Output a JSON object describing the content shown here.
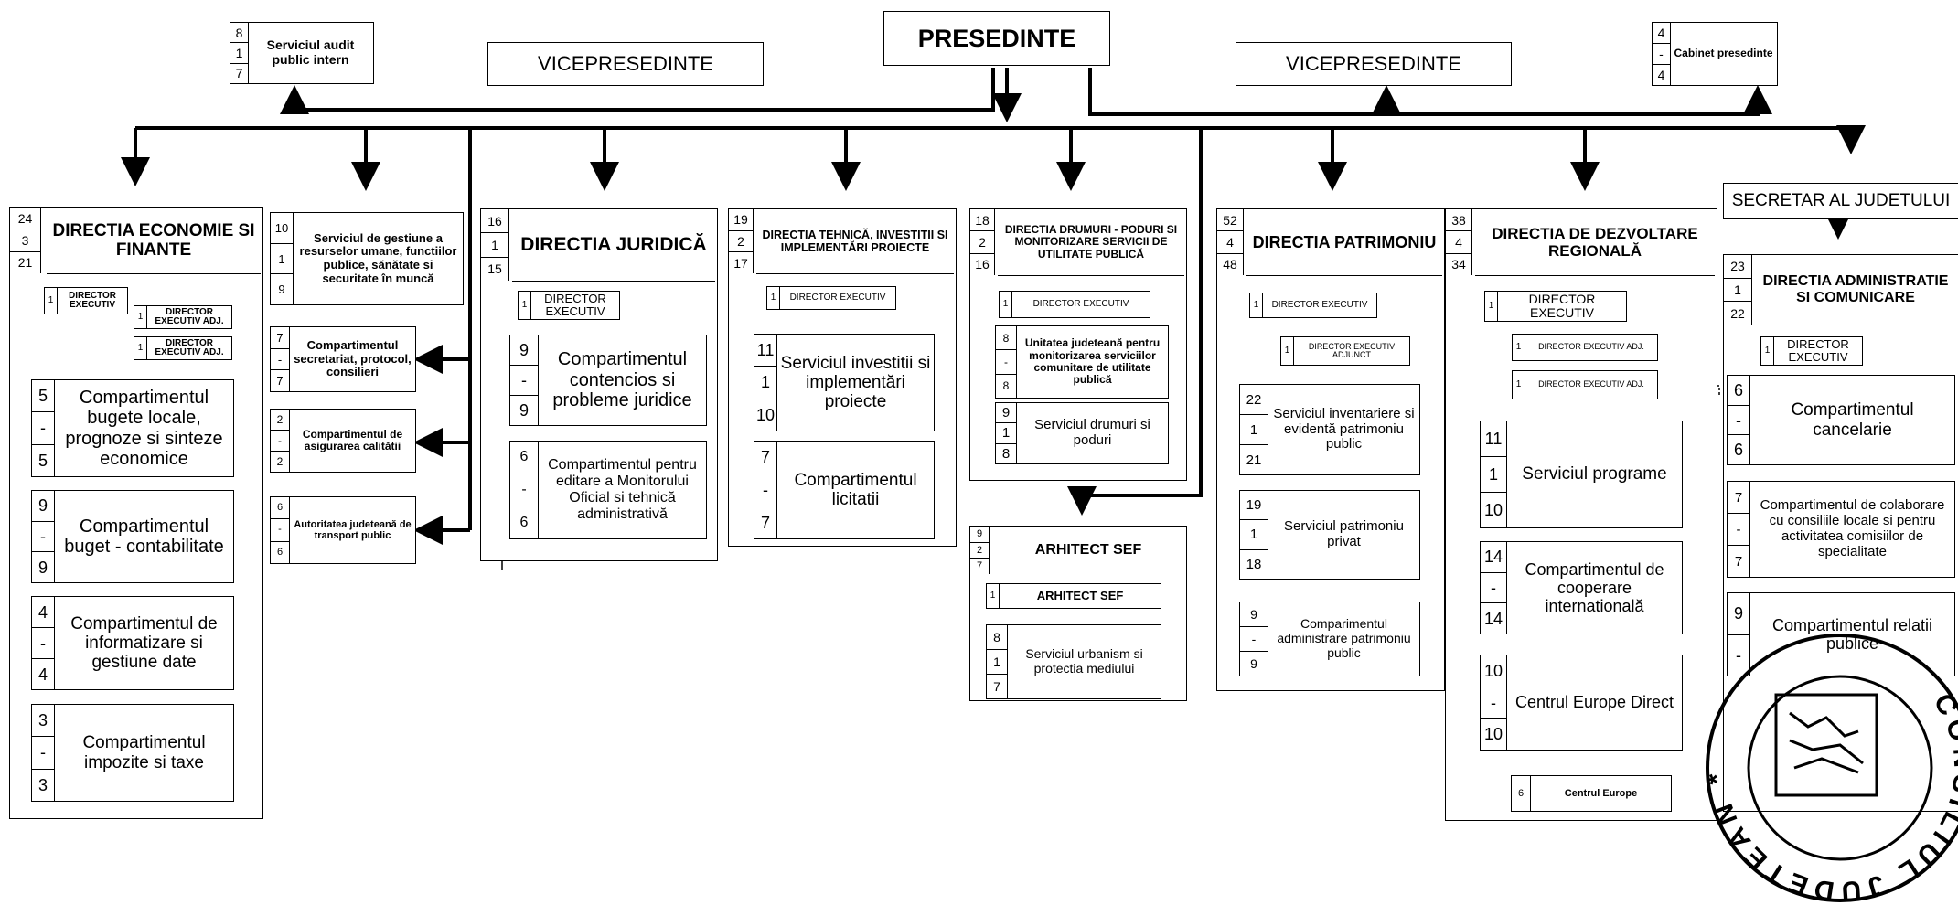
{
  "top": {
    "presedinte": "PRESEDINTE",
    "vice_left": "VICEPRESEDINTE",
    "vice_right": "VICEPRESEDINTE",
    "audit": {
      "nums": [
        "8",
        "1",
        "7"
      ],
      "title": "Serviciul audit public intern"
    },
    "cabinet": {
      "nums": [
        "4",
        "-",
        "4"
      ],
      "title": "Cabinet presedinte"
    }
  },
  "secretar": "SECRETAR AL JUDETULUI",
  "directions": {
    "economie": {
      "nums": [
        "24",
        "3",
        "21"
      ],
      "title": "DIRECTIA ECONOMIE SI FINANTE"
    },
    "juridica": {
      "nums": [
        "16",
        "1",
        "15"
      ],
      "title": "DIRECTIA JURIDICĂ"
    },
    "tehnica": {
      "nums": [
        "19",
        "2",
        "17"
      ],
      "title": "DIRECTIA TEHNICĂ, INVESTITII SI IMPLEMENTĂRI PROIECTE"
    },
    "drumuri": {
      "nums": [
        "18",
        "2",
        "16"
      ],
      "title": "DIRECTIA DRUMURI - PODURI SI MONITORIZARE SERVICII DE UTILITATE PUBLICĂ"
    },
    "patrimoniu": {
      "nums": [
        "52",
        "4",
        "48"
      ],
      "title": "DIRECTIA PATRIMONIU"
    },
    "dezvoltare": {
      "nums": [
        "38",
        "4",
        "34"
      ],
      "title": "DIRECTIA DE DEZVOLTARE REGIONALĂ"
    },
    "administratie": {
      "nums": [
        "23",
        "1",
        "22"
      ],
      "title": "DIRECTIA ADMINISTRATIE SI COMUNICARE"
    },
    "arhitect": {
      "nums": [
        "9",
        "2",
        "7"
      ],
      "title": "ARHITECT SEF"
    }
  },
  "director_labels": {
    "director_executiv": "DIRECTOR EXECUTIV",
    "director_executiv_adj": "DIRECTOR EXECUTIV ADJ.",
    "director_executiv_adjunct": "DIRECTOR EXECUTIV ADJUNCT",
    "arhitect_sef": "ARHITECT SEF",
    "one": "1"
  },
  "units": {
    "gestiune_ru": {
      "nums": [
        "10",
        "1",
        "9"
      ],
      "title": "Serviciul de gestiune a resurselor umane, functiilor publice, sănătate si securitate în muncă"
    },
    "secretariat": {
      "nums": [
        "7",
        "-",
        "7"
      ],
      "title": "Compartimentul secretariat, protocol, consilieri"
    },
    "calitate": {
      "nums": [
        "2",
        "-",
        "2"
      ],
      "title": "Compartimentul de asigurarea calitătii"
    },
    "transport": {
      "nums": [
        "6",
        "-",
        "6"
      ],
      "title": "Autoritatea judeteană de transport public"
    },
    "bugete": {
      "nums": [
        "5",
        "-",
        "5"
      ],
      "title": "Compartimentul bugete locale, prognoze si sinteze economice"
    },
    "contabilitate": {
      "nums": [
        "9",
        "-",
        "9"
      ],
      "title": "Compartimentul buget - contabilitate"
    },
    "informatizare": {
      "nums": [
        "4",
        "-",
        "4"
      ],
      "title": "Compartimentul de informatizare si gestiune date"
    },
    "impozite": {
      "nums": [
        "3",
        "-",
        "3"
      ],
      "title": "Compartimentul impozite si taxe"
    },
    "contencios": {
      "nums": [
        "9",
        "-",
        "9"
      ],
      "title": "Compartimentul contencios si probleme juridice"
    },
    "monitorul": {
      "nums": [
        "6",
        "-",
        "6"
      ],
      "title": "Compartimentul pentru editare a Monitorului Oficial si tehnică administrativă"
    },
    "investitii": {
      "nums": [
        "11",
        "1",
        "10"
      ],
      "title": "Serviciul investitii si implementări proiecte"
    },
    "licitatii": {
      "nums": [
        "7",
        "-",
        "7"
      ],
      "title": "Compartimentul licitatii"
    },
    "unitatea": {
      "nums": [
        "8",
        "-",
        "8"
      ],
      "title": "Unitatea judeteană pentru monitorizarea serviciilor comunitare de utilitate publică"
    },
    "drumuri_poduri": {
      "nums": [
        "9",
        "1",
        "8"
      ],
      "title": "Serviciul drumuri si poduri"
    },
    "urbanism": {
      "nums": [
        "8",
        "1",
        "7"
      ],
      "title": "Serviciul urbanism si protectia mediului"
    },
    "inventariere": {
      "nums": [
        "22",
        "1",
        "21"
      ],
      "title": "Serviciul inventariere si evidentă patrimoniu public"
    },
    "patrimoniu_privat": {
      "nums": [
        "19",
        "1",
        "18"
      ],
      "title": "Serviciul patrimoniu privat"
    },
    "administrare_patrimoniu": {
      "nums": [
        "9",
        "-",
        "9"
      ],
      "title": "Comparimentul administrare patrimoniu public"
    },
    "programe": {
      "nums": [
        "11",
        "1",
        "10"
      ],
      "title": "Serviciul programe"
    },
    "cooperare": {
      "nums": [
        "14",
        "-",
        "14"
      ],
      "title": "Compartimentul de cooperare internatională"
    },
    "europe_direct": {
      "nums": [
        "10",
        "-",
        "10"
      ],
      "title": "Centrul Europe Direct"
    },
    "europe_direct_2": {
      "nums": [
        "6"
      ],
      "title": "Centrul Europe"
    },
    "cancelarie": {
      "nums": [
        "6",
        "-",
        "6"
      ],
      "title": "Compartimentul cancelarie"
    },
    "colaborare": {
      "nums": [
        "7",
        "-",
        "7"
      ],
      "title": "Compartimentul de colaborare cu consiliile locale si pentru activitatea comisiilor de specialitate"
    },
    "relatii": {
      "nums": [
        "9",
        "-"
      ],
      "title": "Compartimentul relatii publice"
    }
  },
  "seal_text": "CONSILIUL JUDETEAN * ROMANIA",
  "colors": {
    "line": "#000000",
    "background": "#ffffff"
  }
}
